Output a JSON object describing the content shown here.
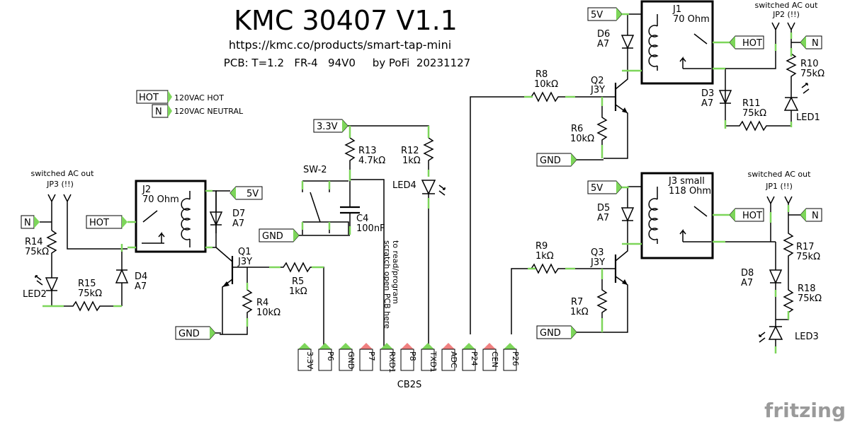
{
  "header": {
    "title": "KMC 30407 V1.1",
    "url": "https://kmc.co/products/smart-tap-mini",
    "pcb": "PCB: T=1.2   FR-4   94V0     by PoFi  20231127"
  },
  "legend": {
    "hot": "HOT",
    "hot_desc": "120VAC HOT",
    "neutral": "N",
    "neutral_desc": "120VAC NEUTRAL"
  },
  "net_labels": {
    "v5": "5V",
    "gnd": "GND",
    "v33": "3.3V",
    "hot": "HOT",
    "n": "N"
  },
  "relays": [
    {
      "ref": "J1",
      "value": "70 Ohm"
    },
    {
      "ref": "J2",
      "value": "70 Ohm"
    },
    {
      "ref": "J3 small",
      "value": "118 Ohm"
    }
  ],
  "jumpers": [
    {
      "ref": "JP2 (!!)",
      "note": "switched AC out"
    },
    {
      "ref": "JP3 (!!)",
      "note": "switched AC out"
    },
    {
      "ref": "JP1 (!!)",
      "note": "switched AC out"
    }
  ],
  "transistors": [
    {
      "ref": "Q1",
      "value": "J3Y"
    },
    {
      "ref": "Q2",
      "value": "J3Y"
    },
    {
      "ref": "Q3",
      "value": "J3Y"
    }
  ],
  "diodes": [
    {
      "ref": "D3",
      "value": "A7"
    },
    {
      "ref": "D4",
      "value": "A7"
    },
    {
      "ref": "D5",
      "value": "A7"
    },
    {
      "ref": "D6",
      "value": "A7"
    },
    {
      "ref": "D7",
      "value": "A7"
    },
    {
      "ref": "D8",
      "value": "A7"
    }
  ],
  "resistors": [
    {
      "ref": "R4",
      "value": "10kΩ"
    },
    {
      "ref": "R5",
      "value": "1kΩ"
    },
    {
      "ref": "R6",
      "value": "10kΩ"
    },
    {
      "ref": "R7",
      "value": "1kΩ"
    },
    {
      "ref": "R8",
      "value": "10kΩ"
    },
    {
      "ref": "R9",
      "value": "1kΩ"
    },
    {
      "ref": "R10",
      "value": "75kΩ"
    },
    {
      "ref": "R11",
      "value": "75kΩ"
    },
    {
      "ref": "R12",
      "value": "1kΩ"
    },
    {
      "ref": "R13",
      "value": "4.7kΩ"
    },
    {
      "ref": "R14",
      "value": "75kΩ"
    },
    {
      "ref": "R15",
      "value": "75kΩ"
    },
    {
      "ref": "R17",
      "value": "75kΩ"
    },
    {
      "ref": "R18",
      "value": "75kΩ"
    }
  ],
  "leds": [
    "LED1",
    "LED2",
    "LED3",
    "LED4"
  ],
  "switch": "SW-2",
  "capacitor": {
    "ref": "C4",
    "value": "100nF"
  },
  "note_line1": "to read/program",
  "note_line2": "scratch open PCB here",
  "module": {
    "name": "CB2S",
    "pins": [
      "3.3V",
      "P6",
      "GND",
      "P7",
      "RXD1",
      "P8",
      "TXD1",
      "ADC",
      "P24",
      "CEN",
      "P26"
    ],
    "pin_colors": [
      "green",
      "green",
      "green",
      "red",
      "green",
      "red",
      "green",
      "red",
      "green",
      "red",
      "green"
    ]
  },
  "pins_green_color": "#7dd65a",
  "pins_red_color": "#f08080",
  "watermark": "fritzing"
}
